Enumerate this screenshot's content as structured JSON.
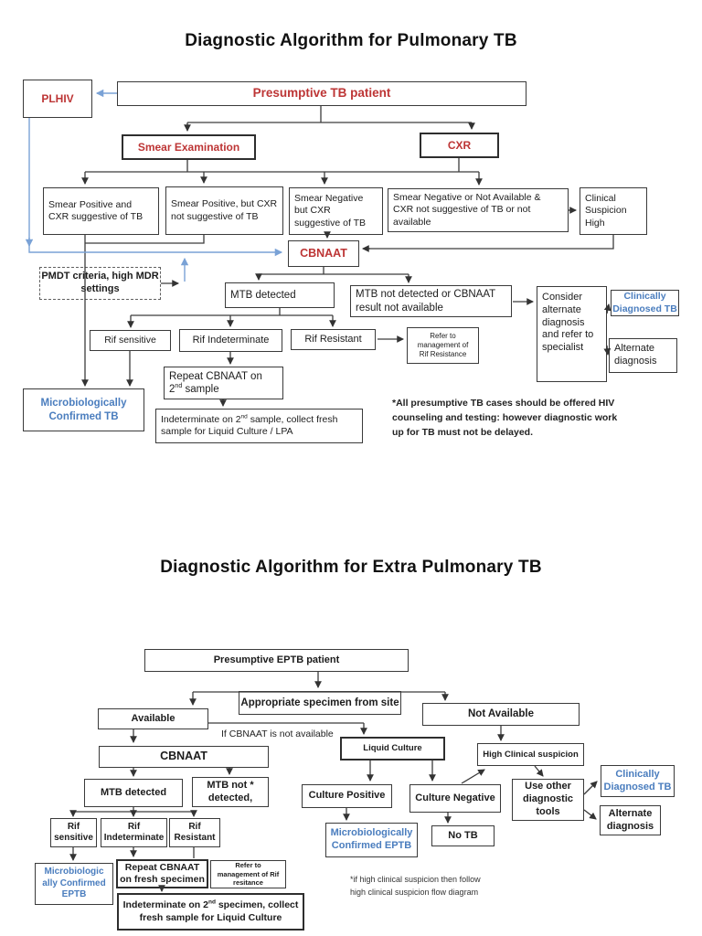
{
  "pulmonary": {
    "title": "Diagnostic Algorithm for Pulmonary TB",
    "plhiv": "PLHIV",
    "presumptive": "Presumptive TB patient",
    "smear_exam": "Smear Examination",
    "cxr": "CXR",
    "smear_pos_cxr_sugg": "Smear Positive and CXR suggestive of TB",
    "smear_pos_cxr_not": "Smear Positive, but CXR not suggestive of TB",
    "smear_neg_cxr_sugg": "Smear Negative but CXR suggestive of TB",
    "smear_neg_not_avail": "Smear Negative or Not Available & CXR not suggestive of TB or not available",
    "clinical_suspicion_high": "Clinical Suspicion High",
    "cbnaat": "CBNAAT",
    "pmdt": "PMDT criteria, high MDR settings",
    "mtb_detected": "MTB detected",
    "mtb_not_detected": "MTB not detected or CBNAAT result not available",
    "consider": "Consider alternate diagnosis and refer to specialist",
    "clinically_diagnosed": "Clinically Diagnosed TB",
    "alternate_diagnosis": "Alternate diagnosis",
    "rif_sensitive": "Rif sensitive",
    "rif_indeterminate": "Rif Indeterminate",
    "rif_resistant": "Rif Resistant",
    "refer_mgmt": "Refer to management of Rif Resistance",
    "repeat_line1": "Repeat CBNAAT on",
    "repeat_base": "2",
    "repeat_sup": "nd",
    "repeat_rest": " sample",
    "micro_confirmed": "Microbiologically Confirmed TB",
    "indet_pre": "Indeterminate on 2",
    "indet_sup": "nd",
    "indet_post": " sample, collect fresh sample for Liquid Culture / LPA",
    "note": "*All presumptive TB cases should be offered HIV counseling and testing: however diagnostic work up for TB must not be delayed."
  },
  "extra_pulmonary": {
    "title": "Diagnostic Algorithm for Extra Pulmonary TB",
    "presumptive": "Presumptive EPTB patient",
    "specimen": "Appropriate specimen from site",
    "available": "Available",
    "not_available": "Not Available",
    "if_cbnaat": "If CBNAAT is not available",
    "cbnaat": "CBNAAT",
    "liquid_culture": "Liquid Culture",
    "high_clinical": "High Clinical suspicion",
    "mtb_detected": "MTB detected",
    "mtb_not_detected": "MTB not * detected,",
    "culture_positive": "Culture Positive",
    "culture_negative": "Culture Negative",
    "use_other": "Use other diagnostic tools",
    "clinically_diagnosed": "Clinically Diagnosed TB",
    "alternate_diagnosis": "Alternate diagnosis",
    "rif_sensitive": "Rif sensitive",
    "rif_indeterminate": "Rif Indeterminate",
    "rif_resistant": "Rif Resistant",
    "micro_confirmed_left": "Microbiologic ally Confirmed EPTB",
    "repeat_fresh": "Repeat CBNAAT on fresh specimen",
    "refer_mgmt": "Refer to management of Rif resitance",
    "indet_pre": "Indeterminate on 2",
    "indet_sup": "nd",
    "indet_post": " specimen, collect fresh sample for Liquid Culture",
    "micro_confirmed_right": "Microbiologically Confirmed EPTB",
    "no_tb": "No TB",
    "note": "*if high clinical suspicion then follow high clinical suspicion flow diagram"
  },
  "colors": {
    "red_label": "#bd3535",
    "blue_label": "#4a7dbe",
    "blue_arrow": "#7aa2d6",
    "line": "#3c3c3c"
  }
}
